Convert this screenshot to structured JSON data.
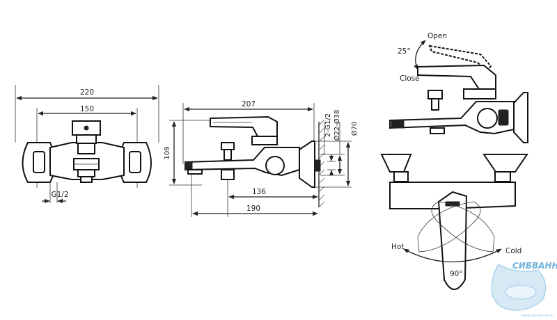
{
  "front_view": {
    "dims": {
      "overall_width": "220",
      "centers": "150",
      "thread": "G1/2"
    }
  },
  "side_view": {
    "dims": {
      "length": "207",
      "height": "109",
      "spout_reach": "136",
      "total_depth": "190"
    },
    "wall_dims": {
      "thread": "2-G1/2",
      "d1": "Ø22-Ø38",
      "d2": "Ø70"
    }
  },
  "handle_view": {
    "labels": {
      "open": "Open",
      "close": "Close",
      "angle": "25°"
    }
  },
  "top_view": {
    "labels": {
      "hot": "Hot",
      "cold": "Cold",
      "angle": "90°"
    }
  },
  "watermark": {
    "brand": "СИБВАННА",
    "url": "www.sibvanna.ru"
  }
}
